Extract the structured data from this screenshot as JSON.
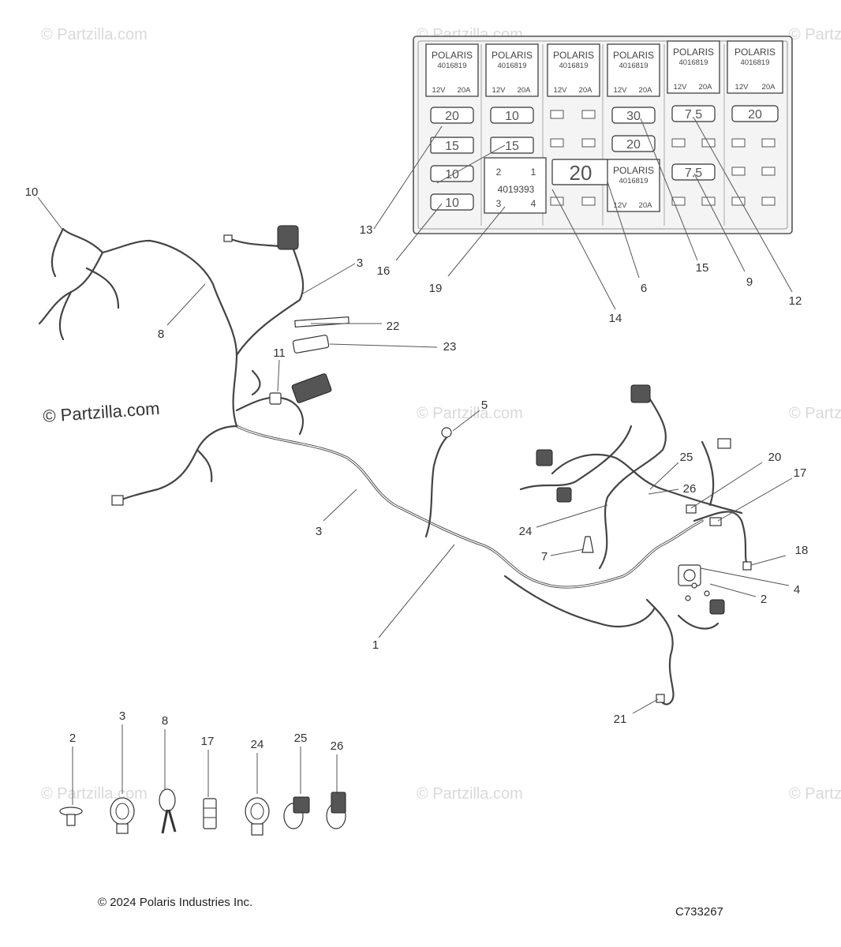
{
  "watermarks": {
    "brand": "© Partzilla.com"
  },
  "fuse_box": {
    "relay_brand": "POLARIS",
    "relay_part": "4016819",
    "relay_rating_v": "12V",
    "relay_rating_a": "20A",
    "large_relay_part": "4019393",
    "large_relay_pins": [
      "2",
      "1",
      "3",
      "4"
    ],
    "fuse_ratings": {
      "col1_r1": "20",
      "col1_r2": "15",
      "col1_r3": "10",
      "col1_r4": "10",
      "col2_r1": "10",
      "col2_r2": "15",
      "col4_r1": "30",
      "col4_r2": "20",
      "col5_r1": "7.5",
      "col5_r3": "7.5",
      "col6_r1": "20",
      "maxi": "20"
    }
  },
  "callouts": {
    "c1": "1",
    "c2": "2",
    "c3": "3",
    "c4": "4",
    "c5": "5",
    "c6": "6",
    "c7": "7",
    "c8": "8",
    "c9": "9",
    "c10": "10",
    "c11": "11",
    "c12": "12",
    "c13": "13",
    "c14": "14",
    "c15": "15",
    "c16": "16",
    "c17": "17",
    "c18": "18",
    "c19": "19",
    "c20": "20",
    "c21": "21",
    "c22": "22",
    "c23": "23",
    "c24": "24",
    "c25": "25",
    "c26": "26"
  },
  "footer": {
    "copyright": "© 2024 Polaris Industries Inc.",
    "diagram_code": "C733267"
  }
}
